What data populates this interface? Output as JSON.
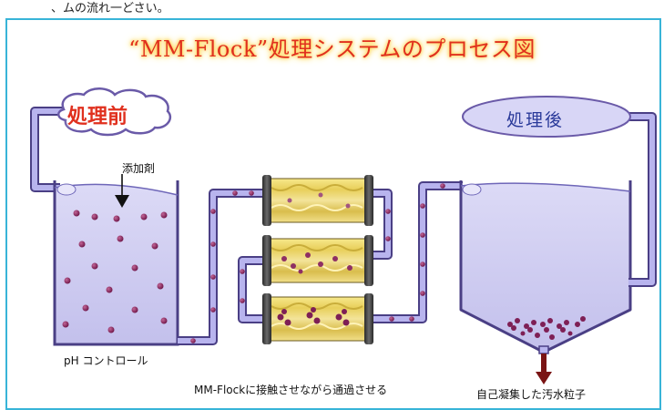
{
  "header": {
    "caption": "、ムの流れ一どさい。"
  },
  "title": "“MM-Flock”処理システムのプロセス図",
  "labels": {
    "before": "処理前",
    "after": "処理後",
    "additive": "添加剤",
    "ph_control": "pH コントロール",
    "contact": "MM-Flockに接触させながら通過させる",
    "sludge": "自己凝集した汚水粒子"
  },
  "colors": {
    "pipe": "#b8b4ee",
    "pipe_outline": "#4a3f85",
    "water": "#c9c6ee",
    "particle": "#8a2257",
    "title_text": "#e0301e",
    "title_glow": "#ffd24a",
    "frame_border": "#38b4d8",
    "arrow": "#7a1414"
  }
}
